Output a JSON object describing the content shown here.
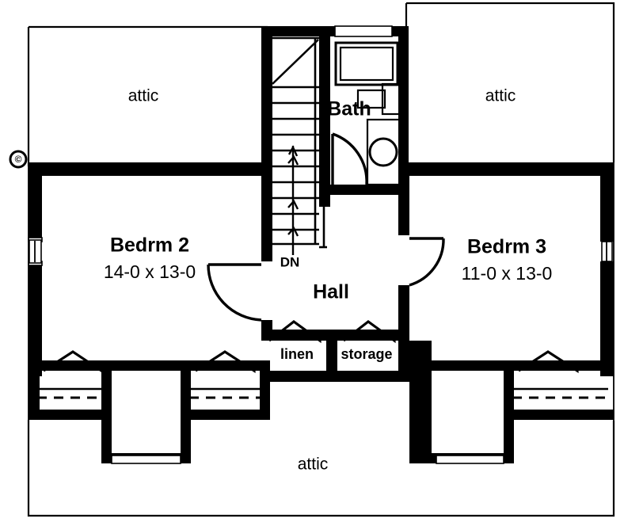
{
  "document": {
    "type": "architectural-floor-plan",
    "level": "second-floor",
    "copyright_symbol": "©"
  },
  "rooms": [
    {
      "id": "attic-top-left",
      "label": "attic",
      "dimensions": ""
    },
    {
      "id": "attic-top-right",
      "label": "attic",
      "dimensions": ""
    },
    {
      "id": "attic-bottom",
      "label": "attic",
      "dimensions": ""
    },
    {
      "id": "bedroom-2",
      "label": "Bedrm 2",
      "dimensions": "14-0 x 13-0"
    },
    {
      "id": "bedroom-3",
      "label": "Bedrm 3",
      "dimensions": "11-0 x 13-0"
    },
    {
      "id": "bath",
      "label": "Bath",
      "dimensions": ""
    },
    {
      "id": "hall",
      "label": "Hall",
      "dimensions": ""
    }
  ],
  "closets": [
    {
      "id": "linen",
      "label": "linen"
    },
    {
      "id": "storage",
      "label": "storage"
    }
  ],
  "stairs": {
    "direction_label": "DN",
    "tread_count": 12
  },
  "fixtures": [
    {
      "id": "bathtub",
      "name": "bathtub"
    },
    {
      "id": "sink",
      "name": "sink"
    },
    {
      "id": "vanity",
      "name": "vanity"
    },
    {
      "id": "toilet",
      "name": "toilet"
    }
  ],
  "colors": {
    "wall": "#000000",
    "background": "#ffffff",
    "line": "#000000"
  }
}
